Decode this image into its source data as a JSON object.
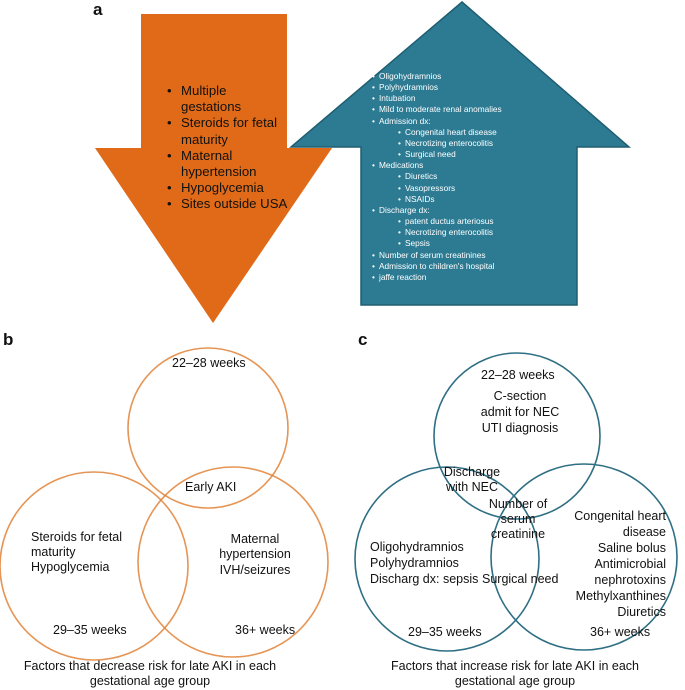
{
  "panels": {
    "a": "a",
    "b": "b",
    "c": "c"
  },
  "colors": {
    "orange": "#e06a17",
    "orange_light": "#f2c69f",
    "teal": "#2c7b93",
    "teal_dark": "#1f5e71",
    "teal_outline": "#2f6f84"
  },
  "panel_a": {
    "down_arrow_items": [
      "Multiple",
      "gestations",
      "Steroids for fetal",
      "maturity",
      "Maternal",
      "hypertension",
      "Hypoglycemia",
      "Sites outside USA"
    ],
    "up_arrow_items": [
      "Oligohydramnios",
      "Polyhydramnios",
      "Intubation",
      "Mild to moderate renal anomalies",
      "Admission dx:",
      "Congenital heart disease",
      "Necrotizing enterocolitis",
      "Surgical need",
      "Medications",
      "Diuretics",
      "Vasopressors",
      "NSAIDs",
      "Discharge dx:",
      "patent ductus arteriosus",
      "Necrotizing enterocolitis",
      "Sepsis",
      "Number of serum creatinines",
      "Admission to children's hospital",
      "jaffe reaction"
    ]
  },
  "panel_b": {
    "top_label": "22–28 weeks",
    "center_label": "Early AKI",
    "left_line1": "Steroids for fetal",
    "left_line2": "maturity",
    "left_line3": "Hypoglycemia",
    "right_line1": "Maternal",
    "right_line2": "hypertension",
    "right_line3": "IVH/seizures",
    "bottom_left_label": "29–35 weeks",
    "bottom_right_label": "36+ weeks",
    "caption_line1": "Factors that decrease risk for late AKI in each",
    "caption_line2": "gestational age group"
  },
  "panel_c": {
    "top_label": "22–28 weeks",
    "top_line1": "C-section",
    "top_line2": "admit for NEC",
    "top_line3": "UTI diagnosis",
    "overlap_tl_line1": "Discharge",
    "overlap_tl_line2": "with NEC",
    "center_line1": "Number of",
    "center_line2": "serum",
    "center_line3": "creatinine",
    "left_line1": "Oligohydramnios",
    "left_line2": "Polyhydramnios",
    "left_line3": "Discharg dx: sepsis",
    "overlap_bottom": "Surgical need",
    "right_line1": "Congenital heart",
    "right_line2": "disease",
    "right_line3": "Saline bolus",
    "right_line4": "Antimicrobial",
    "right_line5": "nephrotoxins",
    "right_line6": "Methylxanthines",
    "right_line7": "Diuretics",
    "bottom_left_label": "29–35 weeks",
    "bottom_right_label": "36+ weeks",
    "caption_line1": "Factors that increase risk for late AKI in each",
    "caption_line2": "gestational age group"
  }
}
